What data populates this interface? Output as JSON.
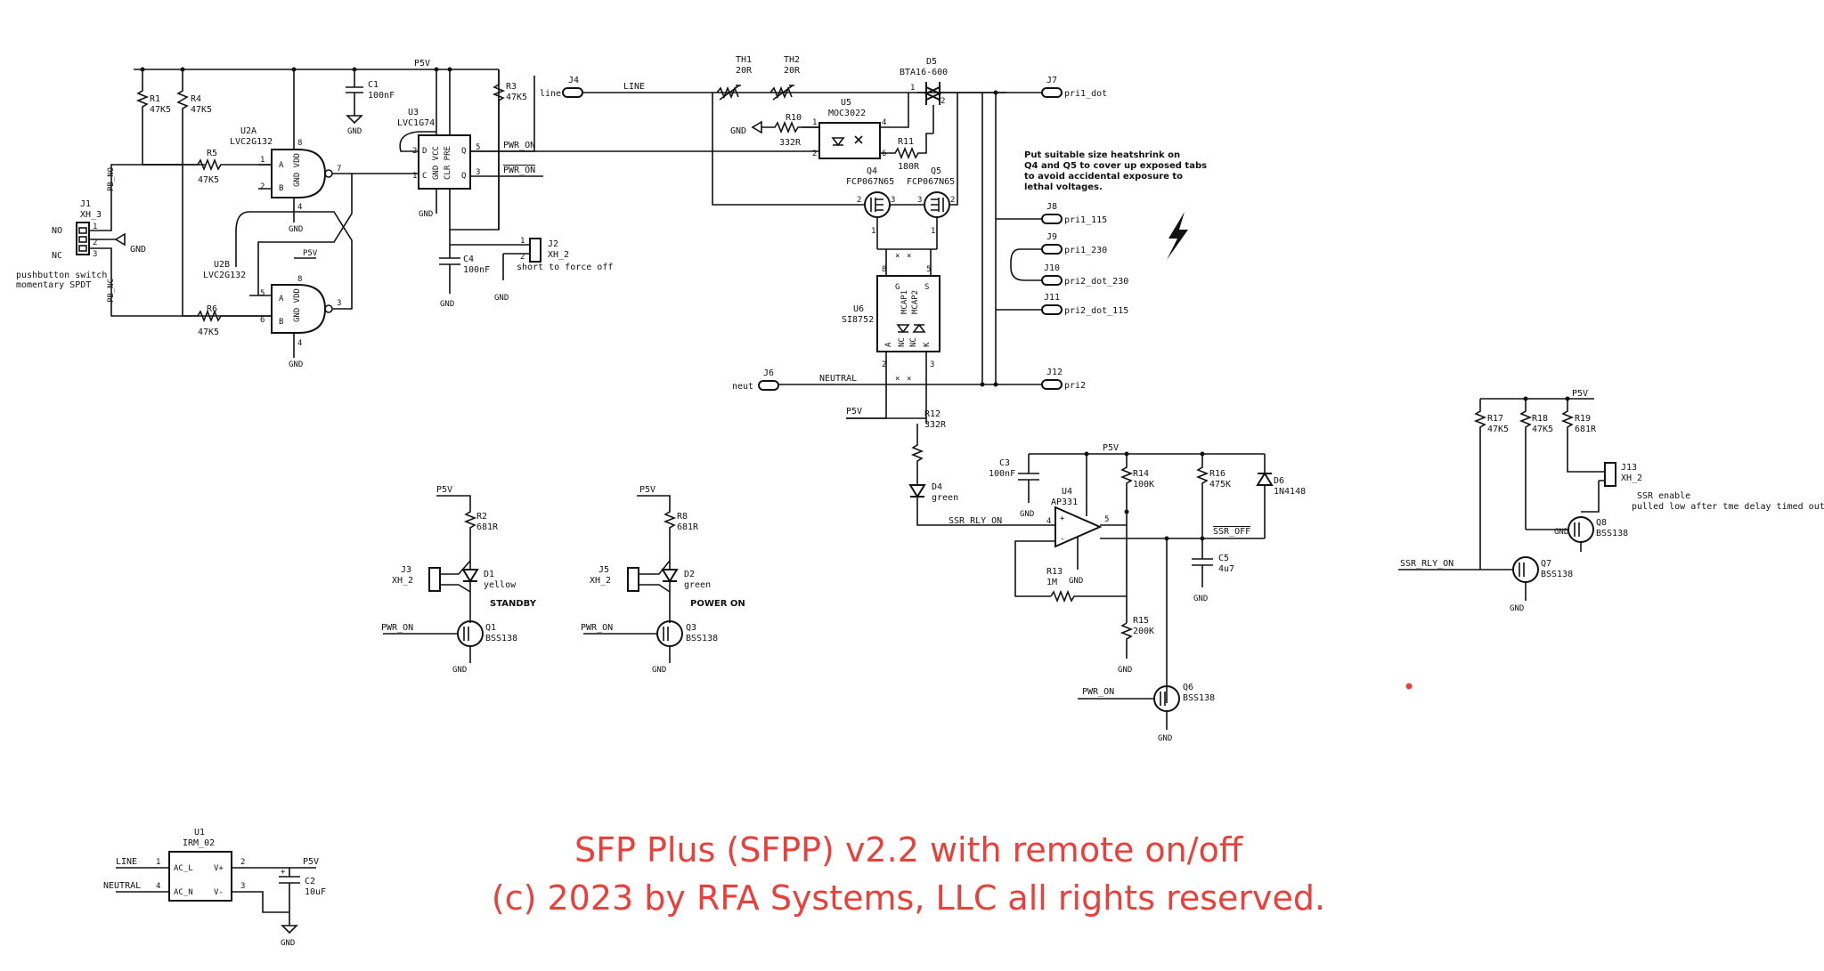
{
  "footer": {
    "line1": "SFP Plus (SFPP) v2.2 with remote on/off",
    "line2": "(c) 2023 by RFA Systems, LLC all rights reserved."
  },
  "colors": {
    "wire": "#111111",
    "footer": "#e8413c",
    "marker": "#e8413c"
  },
  "nets": {
    "p5v": "P5V",
    "gnd": "GND",
    "line": "LINE",
    "neutral": "NEUTRAL",
    "pwr_on": "PWR_ON",
    "ssr_rly_on": "SSR_RLY_ON",
    "ssr_off": "SSR_OFF",
    "pb_no": "PB_NO",
    "pb_nc": "PB_NC"
  },
  "labels": {
    "j1_no": "NO",
    "j1_nc": "NC",
    "j1_note1": "pushbutton switch",
    "j1_note2": "momentary SPDT",
    "j2_note": "short to force off",
    "standby": "STANDBY",
    "power_on": "POWER ON",
    "heatsink1": "Put suitable size heatshrink on",
    "heatsink2": "Q4 and Q5 to cover up exposed tabs",
    "heatsink3": "to avoid accidental exposure to",
    "heatsink4": "lethal voltages.",
    "j13_note1": "SSR enable",
    "j13_note2": "pulled low after tme delay  timed out",
    "u1_acl": "AC_L",
    "u1_acn": "AC_N",
    "u1_vp": "V+",
    "u1_vm": "V-",
    "u6_g": "G",
    "u6_s": "S",
    "u6_mcap1": "MCAP1",
    "u6_mcap2": "MCAP2",
    "u6_nc1": "NC",
    "u6_nc2": "NC",
    "u6_a": "A",
    "u6_k": "K"
  },
  "components": {
    "R1": {
      "ref": "R1",
      "value": "47K5"
    },
    "R3": {
      "ref": "R3",
      "value": "47K5"
    },
    "R4": {
      "ref": "R4",
      "value": "47K5"
    },
    "R5": {
      "ref": "R5",
      "value": "47K5"
    },
    "R6": {
      "ref": "R6",
      "value": "47K5"
    },
    "R2": {
      "ref": "R2",
      "value": "681R"
    },
    "R8": {
      "ref": "R8",
      "value": "681R"
    },
    "R10": {
      "ref": "R10",
      "value": "332R"
    },
    "R11": {
      "ref": "R11",
      "value": "180R"
    },
    "R12": {
      "ref": "R12",
      "value": "332R"
    },
    "R13": {
      "ref": "R13",
      "value": "1M"
    },
    "R14": {
      "ref": "R14",
      "value": "100K"
    },
    "R15": {
      "ref": "R15",
      "value": "200K"
    },
    "R16": {
      "ref": "R16",
      "value": "475K"
    },
    "R17": {
      "ref": "R17",
      "value": "47K5"
    },
    "R18": {
      "ref": "R18",
      "value": "47K5"
    },
    "R19": {
      "ref": "R19",
      "value": "681R"
    },
    "C1": {
      "ref": "C1",
      "value": "100nF"
    },
    "C2": {
      "ref": "C2",
      "value": "10uF"
    },
    "C3": {
      "ref": "C3",
      "value": "100nF"
    },
    "C4": {
      "ref": "C4",
      "value": "100nF"
    },
    "C5": {
      "ref": "C5",
      "value": "4u7"
    },
    "U1": {
      "ref": "U1",
      "value": "IRM_02"
    },
    "U2A": {
      "ref": "U2A",
      "value": "LVC2G132"
    },
    "U2B": {
      "ref": "U2B",
      "value": "LVC2G132"
    },
    "U3": {
      "ref": "U3",
      "value": "LVC1G74"
    },
    "U4": {
      "ref": "U4",
      "value": "AP331"
    },
    "U5": {
      "ref": "U5",
      "value": "MOC3022"
    },
    "U6": {
      "ref": "U6",
      "value": "SI8752"
    },
    "D1": {
      "ref": "D1",
      "value": "yellow"
    },
    "D2": {
      "ref": "D2",
      "value": "green"
    },
    "D4": {
      "ref": "D4",
      "value": "green"
    },
    "D5": {
      "ref": "D5",
      "value": "BTA16-600"
    },
    "D6": {
      "ref": "D6",
      "value": "1N4148"
    },
    "Q1": {
      "ref": "Q1",
      "value": "BSS138"
    },
    "Q3": {
      "ref": "Q3",
      "value": "BSS138"
    },
    "Q4": {
      "ref": "Q4",
      "value": "FCP067N65"
    },
    "Q5": {
      "ref": "Q5",
      "value": "FCP067N65"
    },
    "Q6": {
      "ref": "Q6",
      "value": "BSS138"
    },
    "Q7": {
      "ref": "Q7",
      "value": "BSS138"
    },
    "Q8": {
      "ref": "Q8",
      "value": "BSS138"
    },
    "TH1": {
      "ref": "TH1",
      "value": "20R"
    },
    "TH2": {
      "ref": "TH2",
      "value": "20R"
    },
    "J1": {
      "ref": "J1",
      "value": "XH_3"
    },
    "J2": {
      "ref": "J2",
      "value": "XH_2"
    },
    "J3": {
      "ref": "J3",
      "value": "XH_2"
    },
    "J5": {
      "ref": "J5",
      "value": "XH_2"
    },
    "J13": {
      "ref": "J13",
      "value": "XH_2"
    },
    "J4": {
      "ref": "J4",
      "value": "line"
    },
    "J6": {
      "ref": "J6",
      "value": "neut"
    },
    "J7": {
      "ref": "J7",
      "value": "pri1_dot"
    },
    "J8": {
      "ref": "J8",
      "value": "pri1_115"
    },
    "J9": {
      "ref": "J9",
      "value": "pri1_230"
    },
    "J10": {
      "ref": "J10",
      "value": "pri2_dot_230"
    },
    "J11": {
      "ref": "J11",
      "value": "pri2_dot_115"
    },
    "J12": {
      "ref": "J12",
      "value": "pri2"
    }
  }
}
